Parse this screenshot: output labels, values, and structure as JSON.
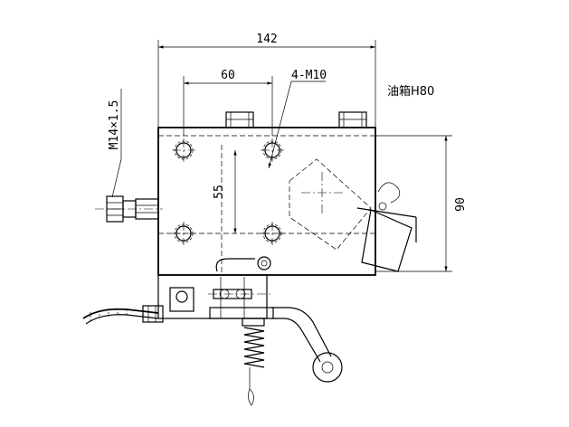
{
  "dimensions": {
    "width_total": "142",
    "hole_spacing_horizontal": "60",
    "hole_spacing_vertical": "55",
    "height_right": "90"
  },
  "callouts": {
    "holes": "4-M10",
    "oil_tank": "油箱H80",
    "fitting_thread": "M14×1.5"
  }
}
